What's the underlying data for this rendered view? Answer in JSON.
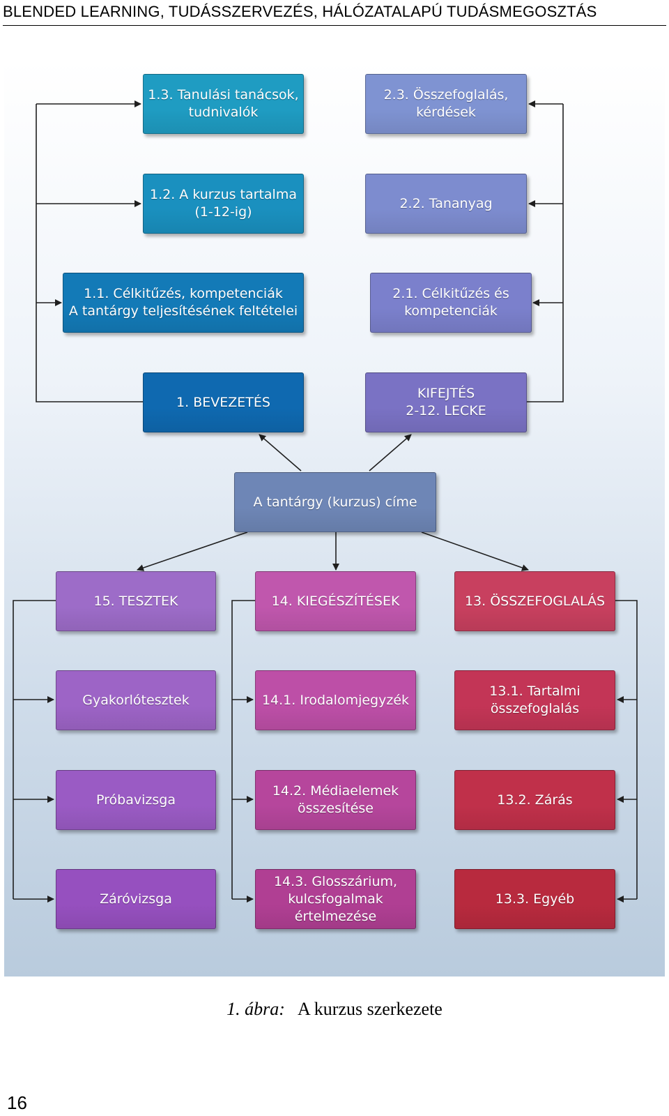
{
  "header": {
    "title": "BLENDED LEARNING, TUDÁSSZERVEZÉS, HÁLÓZATALAPÚ TUDÁSMEGOSZTÁS"
  },
  "nodes": {
    "n13": {
      "label": "1.3. Tanulási tanácsok,\ntudnivalók",
      "color": "#1f9cc2"
    },
    "n12": {
      "label": "1.2. A kurzus tartalma\n(1-12-ig)",
      "color": "#1a90bf"
    },
    "n11": {
      "label": "1.1. Célkitűzés, kompetenciák\nA tantárgy teljesítésének feltételei",
      "color": "#137ab7"
    },
    "n1": {
      "label": "1. BEVEZETÉS",
      "color": "#0f69b0"
    },
    "n23": {
      "label": "2.3. Összefoglalás,\nkérdések",
      "color": "#7f93d2"
    },
    "n22": {
      "label": "2.2. Tananyag",
      "color": "#7d8ccf"
    },
    "n21": {
      "label": "2.1. Célkitűzés és\nkompetenciák",
      "color": "#7b80cc"
    },
    "n2": {
      "label": "KIFEJTÉS\n2-12. LECKE",
      "color": "#7a72c4"
    },
    "root": {
      "label": "A tantárgy (kurzus) címe",
      "color": "#6e86b6"
    },
    "n15": {
      "label": "15. TESZTEK",
      "color": "#9d6cc8"
    },
    "n14": {
      "label": "14. KIEGÉSZÍTÉSEK",
      "color": "#c057ad"
    },
    "n13b": {
      "label": "13. ÖSSZEFOGLALÁS",
      "color": "#c8405f"
    },
    "t1": {
      "label": "Gyakorlótesztek",
      "color": "#9d64c6"
    },
    "t2": {
      "label": "Próbavizsga",
      "color": "#9a5bc4"
    },
    "t3": {
      "label": "Záróvizsga",
      "color": "#9650bf"
    },
    "k1": {
      "label": "14.1. Irodalomjegyzék",
      "color": "#bd4fa7"
    },
    "k2": {
      "label": "14.2. Médiaelemek\nösszesítése",
      "color": "#b6469c"
    },
    "k3": {
      "label": "14.3. Glosszárium,\nkulcsfogalmak\nértelmezése",
      "color": "#b03f93"
    },
    "o1": {
      "label": "13.1. Tartalmi\nösszefoglalás",
      "color": "#c33556"
    },
    "o2": {
      "label": "13.2. Zárás",
      "color": "#c0304a"
    },
    "o3": {
      "label": "13.3. Egyéb",
      "color": "#b82a3e"
    }
  },
  "caption": {
    "number": "1. ábra:",
    "text": "A kurzus szerkezete"
  },
  "page_number": "16"
}
